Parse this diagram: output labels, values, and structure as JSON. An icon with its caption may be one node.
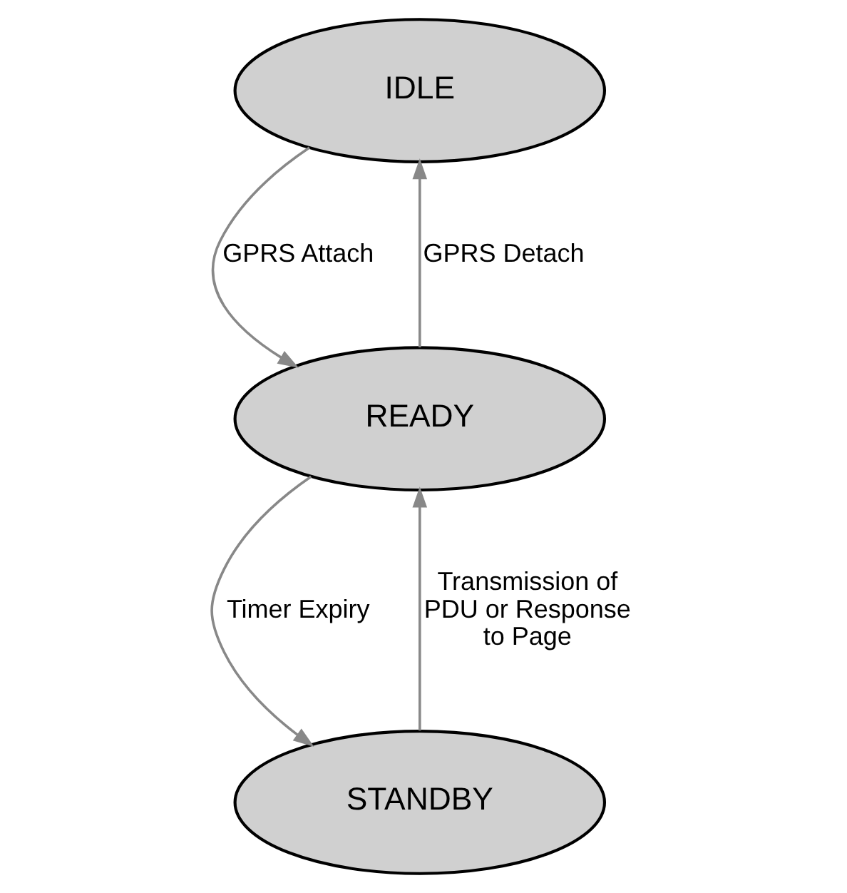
{
  "diagram": {
    "nodes": [
      {
        "text": [
          "IDLE"
        ]
      },
      {
        "text": [
          "READY"
        ]
      },
      {
        "text": [
          "STANDBY"
        ]
      }
    ],
    "edges": [
      {
        "from": 0,
        "to": 1,
        "arrow": "to",
        "label": "GPRS Attach"
      },
      {
        "from": 1,
        "to": 0,
        "arrow": "to",
        "label": "GPRS Detach"
      },
      {
        "from": 1,
        "to": 2,
        "arrow": "to",
        "label": "Timer Expiry"
      },
      {
        "from": 2,
        "to": 1,
        "arrow": "to",
        "label": "Transmission of PDU or Response to Page"
      }
    ]
  }
}
